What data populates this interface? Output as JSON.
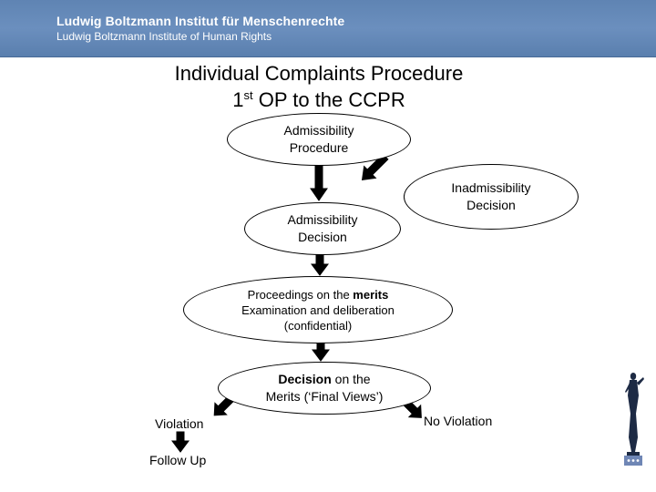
{
  "header": {
    "line1": "Ludwig Boltzmann Institut  für Menschenrechte",
    "line2": "Ludwig Boltzmann Institute of Human Rights"
  },
  "title": {
    "line1": "Individual Complaints Procedure",
    "line2_number": "1",
    "line2_superscript": "st",
    "line2_rest": " OP to the CCPR"
  },
  "nodes": {
    "admissibility_procedure": "Admissibility\nProcedure",
    "inadmissibility_decision": "Inadmissibility\nDecision",
    "admissibility_decision": "Admissibility\nDecision",
    "merits_prefix": "Proceedings on the ",
    "merits_bold": "merits",
    "merits_line2": "Examination and deliberation",
    "merits_line3": "(confidential)",
    "decision_bold": "Decision",
    "decision_rest": " on the",
    "decision_line2": "Merits (‘Final Views’)",
    "violation": "Violation",
    "no_violation": "No Violation",
    "follow_up": "Follow Up"
  },
  "colors": {
    "header_bg": "#6b8fbe",
    "header_text": "#ffffff",
    "arrow": "#000000"
  }
}
